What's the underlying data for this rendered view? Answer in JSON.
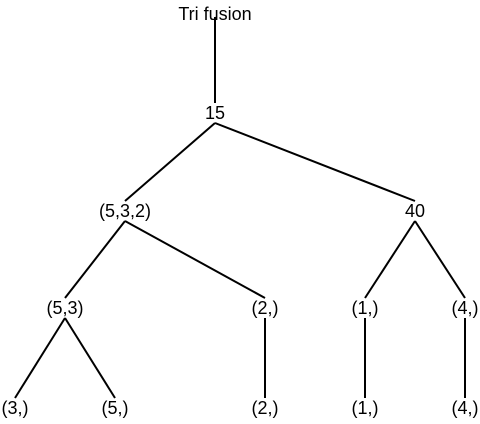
{
  "title": "Tri  fusion",
  "nodes": [
    {
      "id": "root",
      "label": "15"
    },
    {
      "id": "n532",
      "label": "(5,3,2)"
    },
    {
      "id": "n40",
      "label": "40"
    },
    {
      "id": "n53",
      "label": "(5,3)"
    },
    {
      "id": "n2",
      "label": "(2,)"
    },
    {
      "id": "n1",
      "label": "(1,)"
    },
    {
      "id": "n4",
      "label": "(4,)"
    },
    {
      "id": "l3",
      "label": "(3,)"
    },
    {
      "id": "l5",
      "label": "(5,)"
    },
    {
      "id": "l2",
      "label": "(2,)"
    },
    {
      "id": "l1",
      "label": "(1,)"
    },
    {
      "id": "l4",
      "label": "(4,)"
    }
  ],
  "edges": [
    [
      "title",
      "root"
    ],
    [
      "root",
      "n532"
    ],
    [
      "root",
      "n40"
    ],
    [
      "n532",
      "n53"
    ],
    [
      "n532",
      "n2"
    ],
    [
      "n40",
      "n1"
    ],
    [
      "n40",
      "n4"
    ],
    [
      "n53",
      "l3"
    ],
    [
      "n53",
      "l5"
    ],
    [
      "n2",
      "l2"
    ],
    [
      "n1",
      "l1"
    ],
    [
      "n4",
      "l4"
    ]
  ]
}
